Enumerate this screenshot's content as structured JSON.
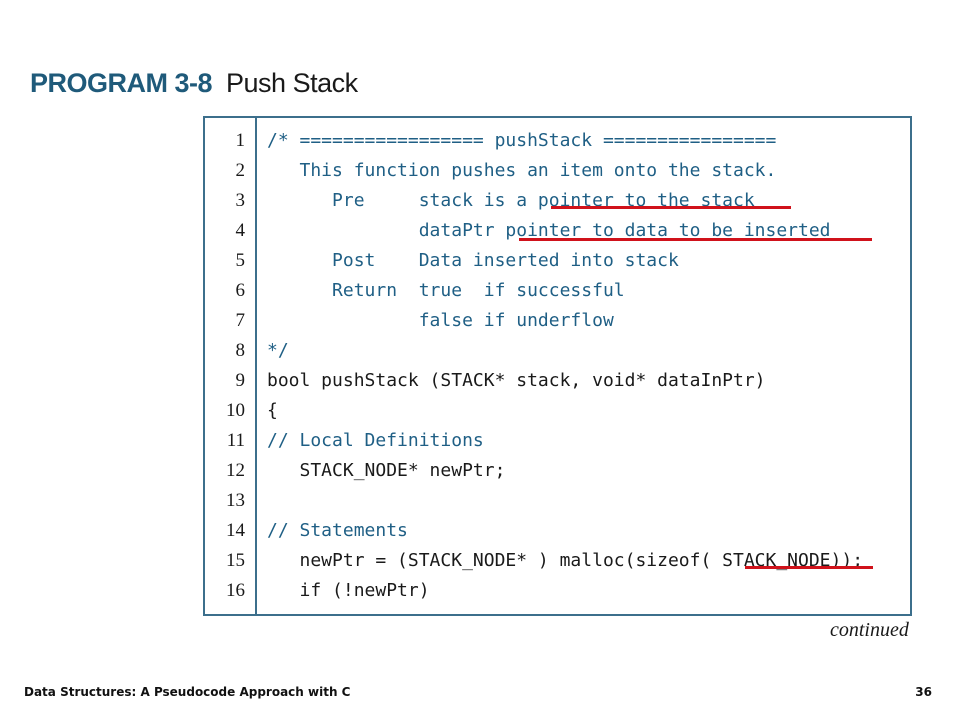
{
  "program": {
    "number": "PROGRAM 3-8",
    "name": "Push Stack"
  },
  "code": {
    "line_numbers": [
      "1",
      "2",
      "3",
      "4",
      "5",
      "6",
      "7",
      "8",
      "9",
      "10",
      "11",
      "12",
      "13",
      "14",
      "15",
      "16"
    ],
    "lines": [
      "/* ================= pushStack ================",
      "   This function pushes an item onto the stack.",
      "      Pre     stack is a pointer to the stack",
      "              dataPtr pointer to data to be inserted",
      "      Post    Data inserted into stack",
      "      Return  true  if successful",
      "              false if underflow",
      "*/",
      "bool pushStack (STACK* stack, void* dataInPtr)",
      "{",
      "// Local Definitions",
      "   STACK_NODE* newPtr;",
      "",
      "// Statements",
      "   newPtr = (STACK_NODE* ) malloc(sizeof( STACK_NODE));",
      "   if (!newPtr)"
    ]
  },
  "continued_label": "continued",
  "footer": {
    "course": "Data Structures: A Pseudocode Approach with C",
    "page": "36"
  },
  "colors": {
    "underline": "#d0121b",
    "border": "#3c6f8c",
    "comment": "#1f5f85"
  }
}
